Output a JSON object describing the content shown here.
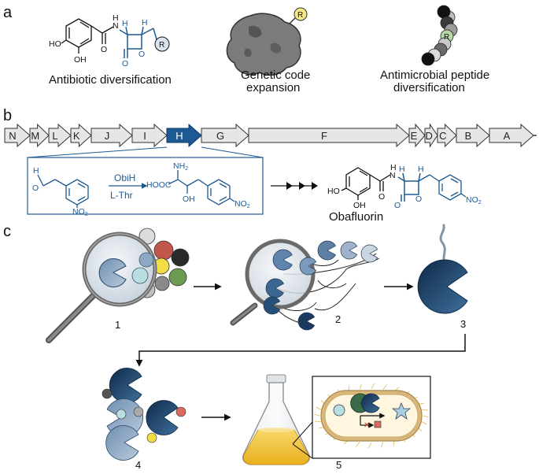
{
  "panels": {
    "a": "a",
    "b": "b",
    "c": "c"
  },
  "panel_a": {
    "caption_1": "Antibiotic diversification",
    "caption_2_line1": "Genetic code",
    "caption_2_line2": "expansion",
    "caption_3_line1": "Antimicrobial peptide",
    "caption_3_line2": "diversification",
    "r_label": "R"
  },
  "panel_b": {
    "genes": [
      "N",
      "M",
      "L",
      "K",
      "J",
      "I",
      "H",
      "G",
      "F",
      "E",
      "D",
      "C",
      "B",
      "A"
    ],
    "highlight_gene": "H",
    "enzyme": "ObiH",
    "cosubstrate": "L-Thr",
    "product": "Obafluorin",
    "atoms": {
      "o": "O",
      "h": "H",
      "ho": "HO",
      "oh": "OH",
      "nh2": "NH",
      "sub2": "2",
      "no2": "NO",
      "hooc": "HOOC",
      "nh": "N",
      "nhh": "H"
    }
  },
  "panel_c": {
    "steps": [
      "1",
      "2",
      "3",
      "4",
      "5"
    ]
  },
  "colors": {
    "blue": "#1d5a93",
    "navy": "#12304f",
    "gene_fill": "#e6e6e6",
    "flask_liquid": "#f2c23a"
  }
}
